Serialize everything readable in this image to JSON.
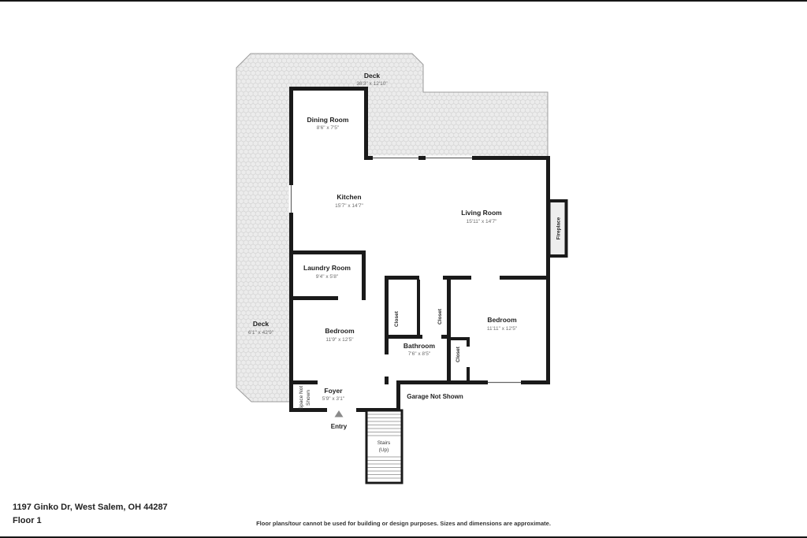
{
  "plan": {
    "deck_top": {
      "name": "Deck",
      "dims": "38'3\" x 12'10\""
    },
    "deck_left": {
      "name": "Deck",
      "dims": "6'1\" x 42'9\""
    },
    "dining": {
      "name": "Dining Room",
      "dims": "8'6\" x 7'5\""
    },
    "kitchen": {
      "name": "Kitchen",
      "dims": "15'7\" x 14'7\""
    },
    "living": {
      "name": "Living Room",
      "dims": "15'11\" x 14'7\""
    },
    "fireplace": {
      "name": "Fireplace"
    },
    "laundry": {
      "name": "Laundry Room",
      "dims": "9'4\" x 5'8\""
    },
    "bedroom_left": {
      "name": "Bedroom",
      "dims": "11'9\" x 12'5\""
    },
    "bedroom_right": {
      "name": "Bedroom",
      "dims": "11'11\" x 12'5\""
    },
    "bathroom": {
      "name": "Bathroom",
      "dims": "7'6\" x 8'5\""
    },
    "closet_left": {
      "name": "Closet"
    },
    "closet_mid": {
      "name": "Closet"
    },
    "closet_right": {
      "name": "Closet"
    },
    "foyer": {
      "name": "Foyer",
      "dims": "5'9\" x 3'1\""
    },
    "stairs": {
      "name": "Stairs",
      "direction": "(Up)"
    },
    "entry": {
      "name": "Entry"
    },
    "space_not_shown": {
      "line1": "Space Not",
      "line2": "Shown"
    },
    "garage": {
      "label": "Garage Not Shown"
    },
    "colors": {
      "wall": "#1a1a1a",
      "deck_fill": "#ececec",
      "deck_pattern_line": "#d6d6d6",
      "interior": "#ffffff",
      "room_name_text": "#1f1f1f",
      "dims_text": "#6b6b6b"
    }
  },
  "footer": {
    "address": "1197 Ginko Dr, West Salem, OH 44287",
    "floor_label": "Floor 1",
    "disclaimer": "Floor plans/tour cannot be used for building or design purposes. Sizes and dimensions are approximate."
  }
}
